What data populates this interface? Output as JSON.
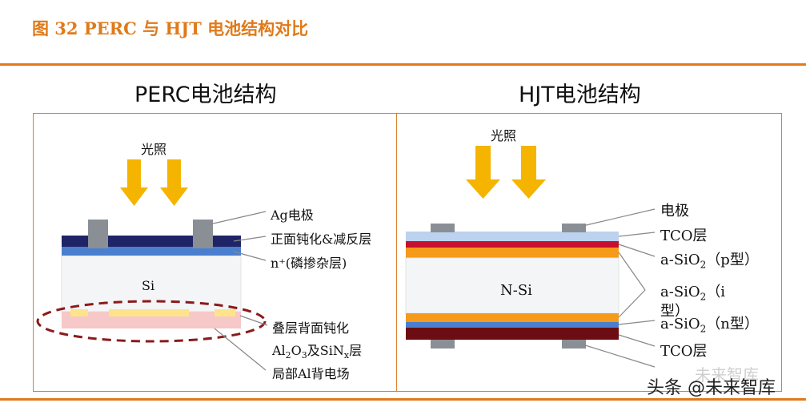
{
  "figure": {
    "title": "图 32 PERC 与 HJT 电池结构对比"
  },
  "perc": {
    "title": "PERC电池结构",
    "light": "光照",
    "labels": {
      "ag": "Ag电极",
      "front": "正面钝化&减反层",
      "nplus": "n⁺(磷掺杂层)",
      "si": "Si",
      "stack": "叠层背面钝化",
      "al2o3_pre": "Al",
      "al2o3_sub1": "2",
      "al2o3_mid": "O",
      "al2o3_sub2": "3",
      "al2o3_post": "及SiN",
      "al2o3_subx": "x",
      "al2o3_end": "层",
      "local": "局部Al背电场"
    }
  },
  "hjt": {
    "title": "HJT电池结构",
    "light": "光照",
    "labels": {
      "electrode": "电极",
      "tco_top": "TCO层",
      "asio_p_pre": "a-SiO",
      "asio_p_sub": "2",
      "asio_p_post": "（p型）",
      "nsi": "N-Si",
      "asio_i_pre": "a-SiO",
      "asio_i_sub": "2",
      "asio_i_post": "（i",
      "asio_i_wrap": "型）",
      "asio_n_pre": "a-SiO",
      "asio_n_sub": "2",
      "asio_n_post": "（n型）",
      "tco_bot": "TCO层"
    }
  },
  "watermark": {
    "main": "头条 @未来智库",
    "faint": "未来智库"
  },
  "colors": {
    "accent": "#e07a1a",
    "arrow": "#f5b400",
    "navy": "#1f2466",
    "blue": "#4a7fd0",
    "orange": "#f59a1a",
    "red": "#c8102e",
    "maroon": "#6b0d12",
    "lightblue": "#bcd2ee",
    "grey": "#8a8f95",
    "pink": "#f6c8c8",
    "yellow": "#ffe38a"
  }
}
